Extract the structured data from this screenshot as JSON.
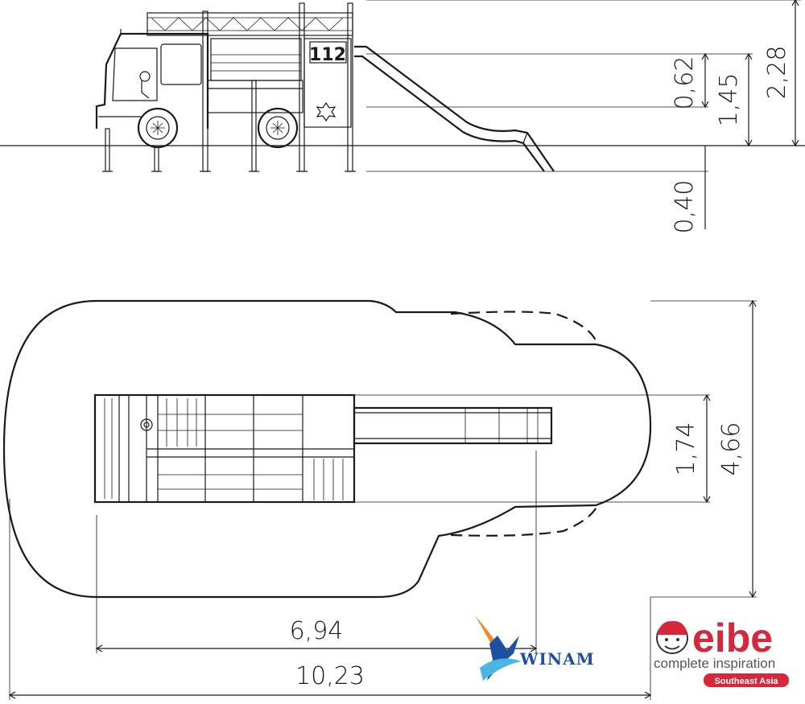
{
  "elevation": {
    "truck_number": "112",
    "dims": {
      "platform_height": "0,62",
      "slide_height": "1,45",
      "total_height": "2,28",
      "foundation_depth": "0,40"
    }
  },
  "plan": {
    "dims": {
      "deck_width": "1,74",
      "safety_width": "4,66",
      "equipment_length": "6,94",
      "safety_length": "10,23"
    }
  },
  "logos": {
    "winam": {
      "wordmark": "WINAM",
      "colors": {
        "orange": "#f08a24",
        "blue": "#1f4fa0",
        "light_blue": "#49b6e6"
      }
    },
    "eibe": {
      "wordmark": "eibe",
      "tagline": "complete inspiration",
      "region": "Southeast Asia",
      "colors": {
        "red": "#d6283a",
        "gray": "#555555"
      }
    }
  }
}
